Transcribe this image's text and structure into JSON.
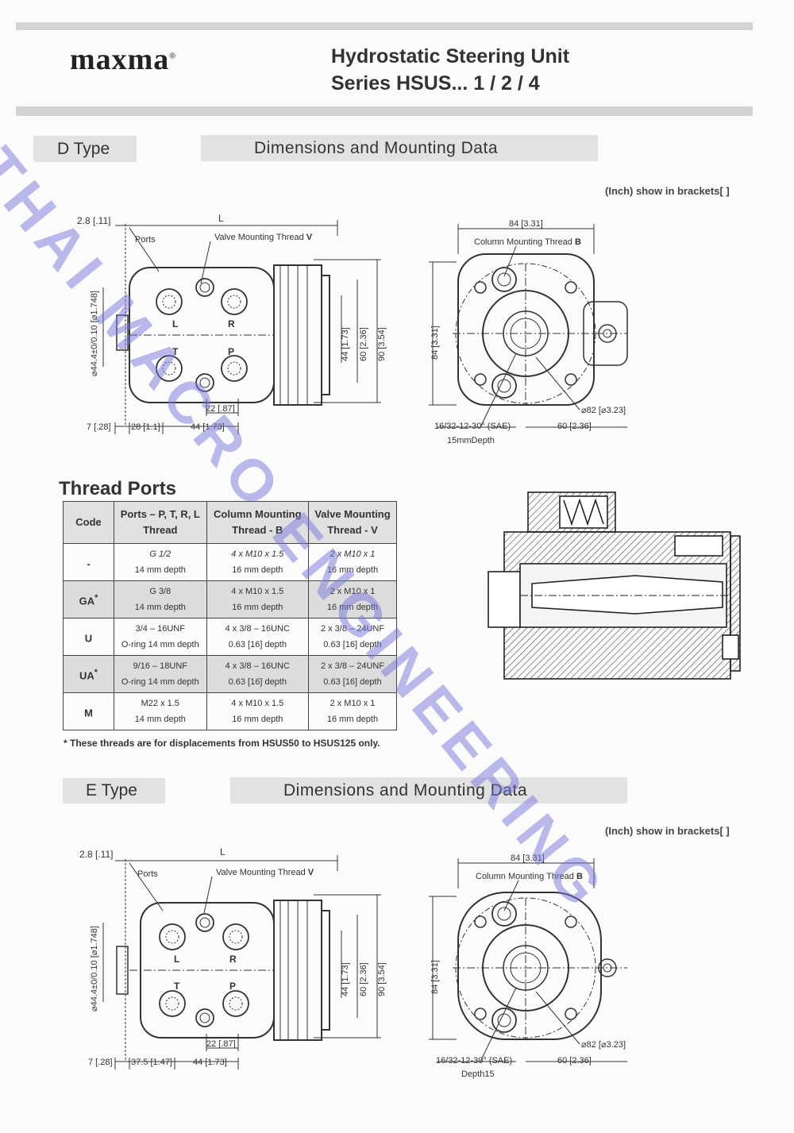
{
  "header": {
    "brand": "maxma",
    "registered_mark": "®",
    "title_line1": "Hydrostatic Steering Unit",
    "title_line2": "Series HSUS... 1 / 2 / 4"
  },
  "watermark": "THAI MACRO ENGINEERING",
  "d_type": {
    "type_label": "D Type",
    "section_title": "Dimensions and Mounting Data",
    "units_note": "(Inch) show in brackets[ ]",
    "side_view": {
      "dim_top_left": "2.8 [.11]",
      "dim_L": "L",
      "ports_label": "Ports",
      "valve_thread_label": "Valve Mounting Thread",
      "valve_thread_code": "V",
      "port_L": "L",
      "port_R": "R",
      "port_T": "T",
      "port_P": "P",
      "dim_pilot": "⌀44.4±0/0.10 [⌀1.748]",
      "dim_44": "44 [1.73]",
      "dim_60": "60 [2.36]",
      "dim_90": "90 [3.54]",
      "dim_22": "22 [.87]",
      "dim_7": "7 [.28]",
      "dim_28": "28 [1.1]",
      "dim_44b": "44 [1.73]"
    },
    "front_view": {
      "dim_84_top": "84 [3.31]",
      "column_thread_label": "Column Mounting Thread",
      "column_thread_code": "B",
      "dim_84_side": "84 [3.31]",
      "spline_label": "16/32-12-30° (SAE)",
      "depth_label": "15mmDepth",
      "dim_82": "⌀82 [⌀3.23]",
      "dim_60": "60 [2.36]"
    }
  },
  "thread_ports": {
    "title": "Thread Ports",
    "columns": [
      [
        "Code"
      ],
      [
        "Ports – P, T, R, L",
        "Thread"
      ],
      [
        "Column Mounting",
        "Thread - B"
      ],
      [
        "Valve Mounting",
        "Thread - V"
      ]
    ],
    "rows": [
      {
        "code": "-",
        "asterisk": "",
        "ports": [
          "G 1/2",
          "14 mm depth"
        ],
        "column": [
          "4 x M10 x 1.5",
          "16 mm depth"
        ],
        "valve": [
          "2 x M10 x 1",
          "16 mm depth"
        ]
      },
      {
        "code": "GA",
        "asterisk": "*",
        "ports": [
          "G 3/8",
          "14 mm depth"
        ],
        "column": [
          "4 x M10 x 1.5",
          "16 mm depth"
        ],
        "valve": [
          "2 x M10 x 1",
          "16 mm depth"
        ]
      },
      {
        "code": "U",
        "asterisk": "",
        "ports": [
          "3/4 – 16UNF",
          "O-ring 14 mm depth"
        ],
        "column": [
          "4 x 3/8 – 16UNC",
          "0.63 [16] depth"
        ],
        "valve": [
          "2 x 3/8 – 24UNF",
          "0.63 [16] depth"
        ]
      },
      {
        "code": "UA",
        "asterisk": "*",
        "ports": [
          "9/16 – 18UNF",
          "O-ring 14 mm depth"
        ],
        "column": [
          "4 x 3/8 – 16UNC",
          "0.63 [16] depth"
        ],
        "valve": [
          "2 x 3/8 – 24UNF",
          "0.63 [16] depth"
        ]
      },
      {
        "code": "M",
        "asterisk": "",
        "ports": [
          "M22 x 1.5",
          "14 mm depth"
        ],
        "column": [
          "4 x M10 x 1.5",
          "16 mm depth"
        ],
        "valve": [
          "2 x M10 x 1",
          "16 mm depth"
        ]
      }
    ],
    "footnote": "* These threads are for displacements from HSUS50 to HSUS125 only."
  },
  "e_type": {
    "type_label": "E Type",
    "section_title": "Dimensions and Mounting Data",
    "units_note": "(Inch) show in brackets[ ]",
    "side_view": {
      "dim_top_left": "2.8 [.11]",
      "dim_L": "L",
      "ports_label": "Ports",
      "valve_thread_label": "Valve Mounting Thread",
      "valve_thread_code": "V",
      "port_L": "L",
      "port_R": "R",
      "port_T": "T",
      "port_P": "P",
      "dim_pilot": "⌀44.4±0/0.10 [⌀1.748]",
      "dim_44": "44 [1.73]",
      "dim_60": "60 [2.36]",
      "dim_90": "90 [3.54]",
      "dim_22": "22 [.87]",
      "dim_7": "7 [.28]",
      "dim_37": "37.5 [1.47]",
      "dim_44b": "44 [1.73]"
    },
    "front_view": {
      "dim_84_top": "84 [3.31]",
      "column_thread_label": "Column Mounting Thread",
      "column_thread_code": "B",
      "dim_84_side": "84 [3.31]",
      "spline_label": "16/32-12-30° (SAE)",
      "depth_label": "Depth15",
      "dim_82": "⌀82 [⌀3.23]",
      "dim_60": "60 [2.36]"
    }
  }
}
